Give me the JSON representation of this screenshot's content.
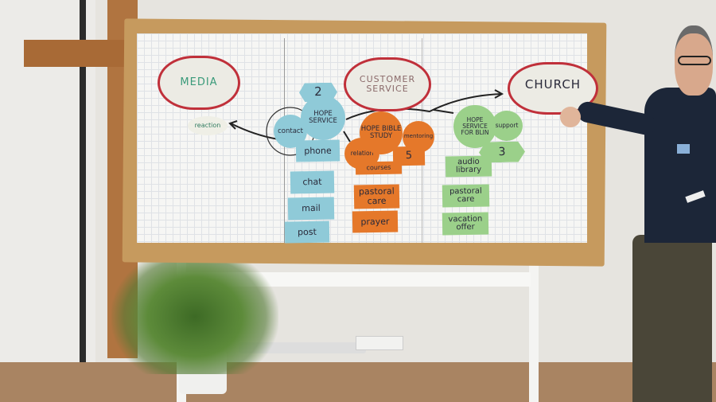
{
  "board": {
    "media": "MEDIA",
    "reaction": "reaction",
    "customer_service": "CUSTOMER SERVICE",
    "church": "CHURCH",
    "blue_group": {
      "number": "2",
      "title": "HOPE SERVICE",
      "contact": "contact",
      "items": [
        "phone",
        "chat",
        "mail",
        "post"
      ]
    },
    "orange_group": {
      "number": "5",
      "title": "HOPE BIBLE STUDY",
      "relation": "relation",
      "mentoring": "mentoring",
      "courses": "courses",
      "items": [
        "pastoral care",
        "prayer"
      ]
    },
    "green_group": {
      "number": "3",
      "title": "HOPE SERVICE FOR BLIN",
      "support": "support",
      "items": [
        "audio library",
        "pastoral care",
        "vacation offer"
      ]
    }
  }
}
